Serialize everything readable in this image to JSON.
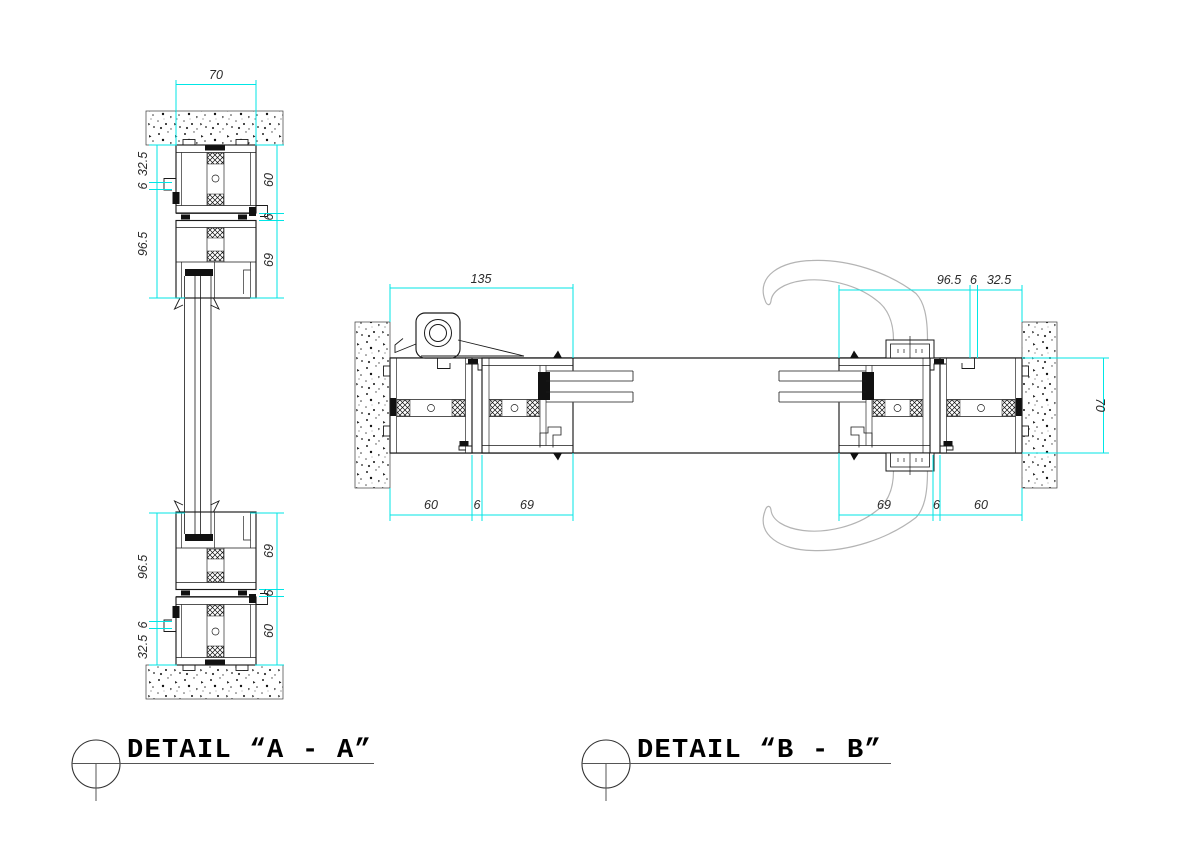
{
  "detail_a": {
    "title": "DETAIL “A - A”",
    "dims": {
      "top_width": "70",
      "left_top": [
        "32.5",
        "6",
        "96.5"
      ],
      "right_top": [
        "60",
        "6",
        "69"
      ],
      "left_bottom": [
        "96.5",
        "6",
        "32.5"
      ],
      "right_bottom": [
        "69",
        "6",
        "60"
      ]
    }
  },
  "detail_b": {
    "title": "DETAIL “B - B”",
    "dims": {
      "top_left_width": "135",
      "top_right": [
        "96.5",
        "6",
        "32.5"
      ],
      "right_depth": "70",
      "bottom_left": [
        "60",
        "6",
        "69"
      ],
      "bottom_right": [
        "69",
        "6",
        "60"
      ]
    }
  },
  "colors": {
    "dimension_line": "#00e6e6",
    "profile_line": "#1a1a1a",
    "handle_gray": "#b4b4b4"
  }
}
